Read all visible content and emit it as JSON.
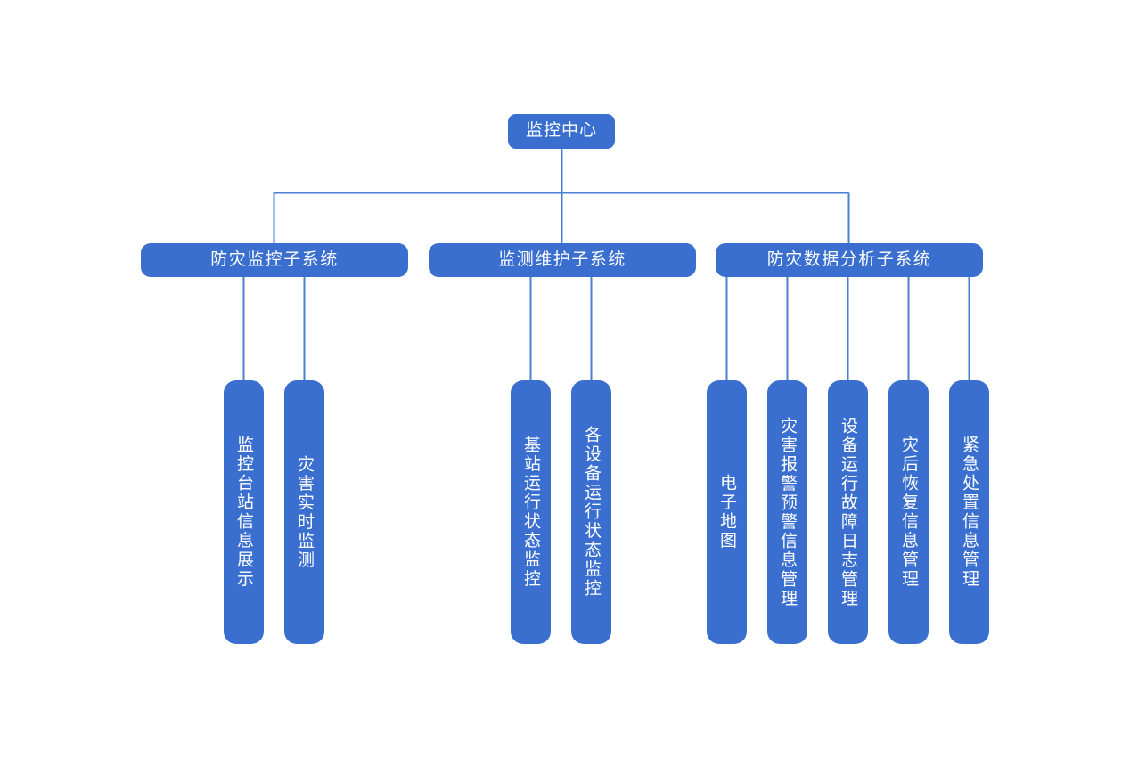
{
  "diagram": {
    "title": "监控中心",
    "type": "organization-hierarchy",
    "colors": {
      "node_fill": "#3a6fd0",
      "node_text": "#ffffff",
      "connector": "#4a7fd4",
      "background": "#ffffff"
    },
    "root": {
      "label": "监控中心"
    },
    "branches": [
      {
        "label": "防灾监控子系统",
        "leaves": [
          {
            "label": "监控台站信息展示"
          },
          {
            "label": "灾害实时监测"
          }
        ]
      },
      {
        "label": "监测维护子系统",
        "leaves": [
          {
            "label": "基站运行状态监控"
          },
          {
            "label": "各设备运行状态监控"
          }
        ]
      },
      {
        "label": "防灾数据分析子系统",
        "leaves": [
          {
            "label": "电子地图"
          },
          {
            "label": "灾害报警预警信息管理"
          },
          {
            "label": "设备运行故障日志管理"
          },
          {
            "label": "灾后恢复信息管理"
          },
          {
            "label": "紧急处置信息管理"
          }
        ]
      }
    ]
  }
}
